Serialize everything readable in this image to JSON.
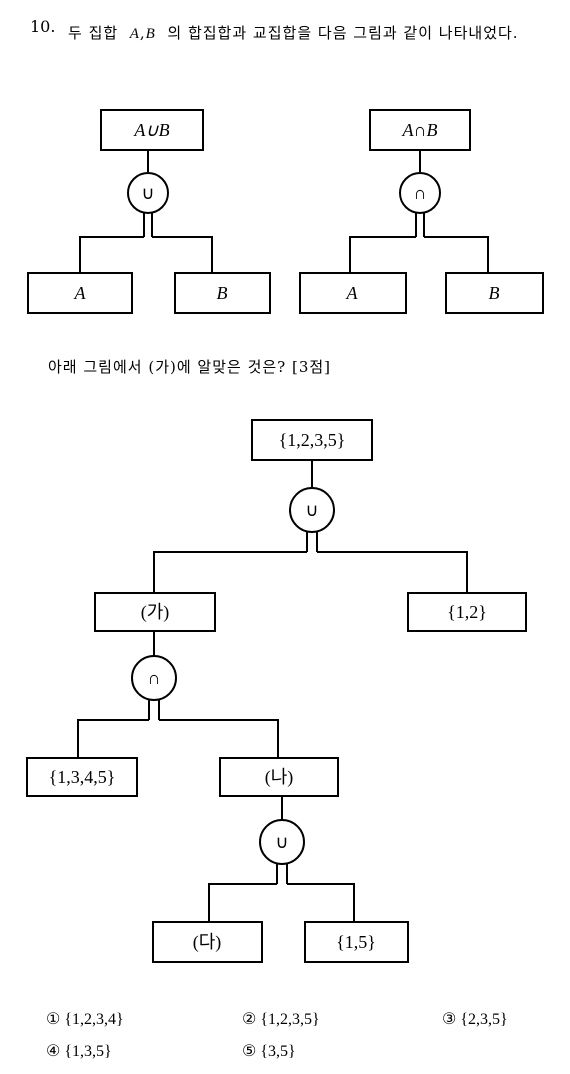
{
  "question": {
    "number": "10.",
    "text_part1": "두 집합",
    "var_a": "A",
    "comma": ",",
    "var_b": "B",
    "text_part2": "의 합집합과 교집합을 다음 그림과 같이 나타내었다."
  },
  "example_diagrams": {
    "union": {
      "top": "A∪B",
      "operator": "∪",
      "left": "A",
      "right": "B"
    },
    "intersection": {
      "top": "A∩B",
      "operator": "∩",
      "left": "A",
      "right": "B"
    }
  },
  "sub_question": "아래 그림에서 (가)에 알맞은 것은? [3점]",
  "tree": {
    "root": "{1,2,3,5}",
    "op1": "∪",
    "ga": "(가)",
    "set12": "{1,2}",
    "op2": "∩",
    "set1345": "{1,3,4,5}",
    "na": "(나)",
    "op3": "∪",
    "da": "(다)",
    "set15": "{1,5}"
  },
  "choices": [
    {
      "label": "①",
      "value": "{1,2,3,4}"
    },
    {
      "label": "②",
      "value": "{1,2,3,5}"
    },
    {
      "label": "③",
      "value": "{2,3,5}"
    },
    {
      "label": "④",
      "value": "{1,3,5}"
    },
    {
      "label": "⑤",
      "value": "{3,5}"
    }
  ]
}
